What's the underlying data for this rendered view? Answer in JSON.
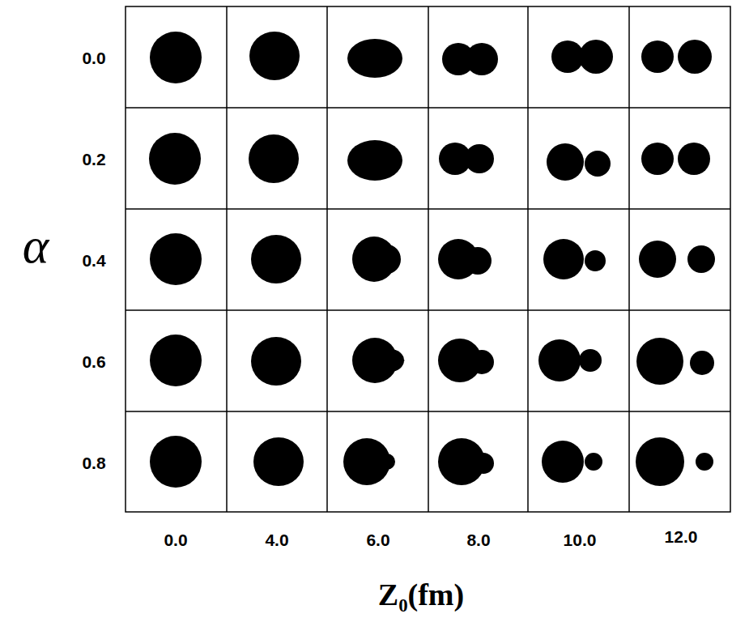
{
  "diagram": {
    "labels": [
      "0.0",
      "0.2",
      "0.4",
      "0.6",
      "0.8",
      "α",
      "0.0",
      "4.0",
      "6.0",
      "8.0",
      "10.0",
      "12.0",
      "Z₀(fm)"
    ]
  }
}
